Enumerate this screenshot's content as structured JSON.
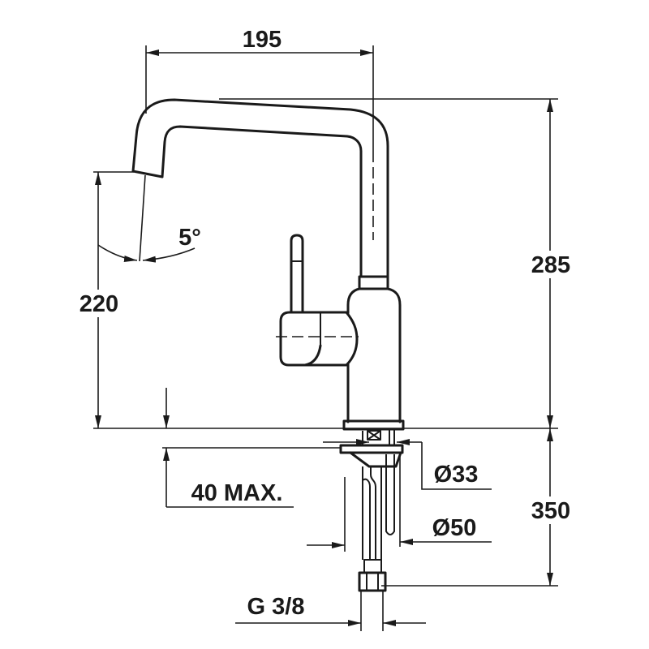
{
  "dimensions": {
    "spout_reach": "195",
    "total_height": "285",
    "spout_height": "220",
    "spout_angle": "5°",
    "below_counter_length": "350",
    "shank_diameter": "Ø33",
    "max_counter_thickness": "40 MAX.",
    "hole_diameter": "Ø50",
    "connection_thread": "G 3/8"
  }
}
